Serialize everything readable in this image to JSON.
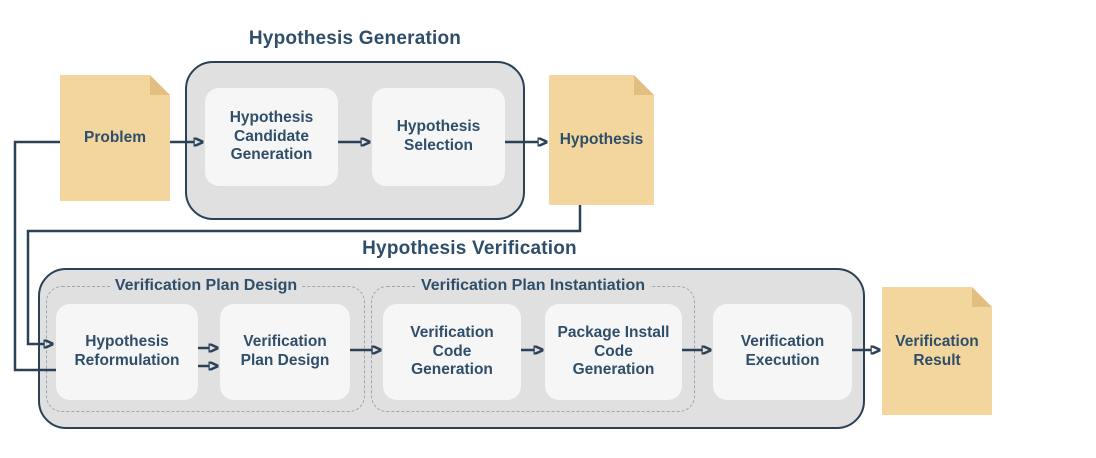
{
  "generation": {
    "title": "Hypothesis Generation",
    "steps": [
      {
        "label": "Hypothesis\nCandidate\nGeneration"
      },
      {
        "label": "Hypothesis\nSelection"
      }
    ]
  },
  "verification": {
    "title": "Hypothesis Verification",
    "groups": [
      {
        "label": "Verification Plan Design",
        "steps": [
          {
            "label": "Hypothesis\nReformulation"
          },
          {
            "label": "Verification\nPlan Design"
          }
        ]
      },
      {
        "label": "Verification Plan Instantiation",
        "steps": [
          {
            "label": "Verification\nCode\nGeneration"
          },
          {
            "label": "Package Install\nCode\nGeneration"
          }
        ]
      }
    ],
    "final_step": {
      "label": "Verification\nExecution"
    }
  },
  "documents": {
    "problem": {
      "label": "Problem"
    },
    "hypothesis": {
      "label": "Hypothesis"
    },
    "result": {
      "label": "Verification\nResult"
    }
  },
  "colors": {
    "navy_line": "#2B4156",
    "navy_text": "#2F4E69",
    "container_fill": "#E0E0E1",
    "step_fill": "#F6F6F7",
    "dashed_border": "#9AA6B4",
    "document_fill": "#F2D69E",
    "document_fold": "#E2BF81",
    "background": "#FFFFFF"
  }
}
